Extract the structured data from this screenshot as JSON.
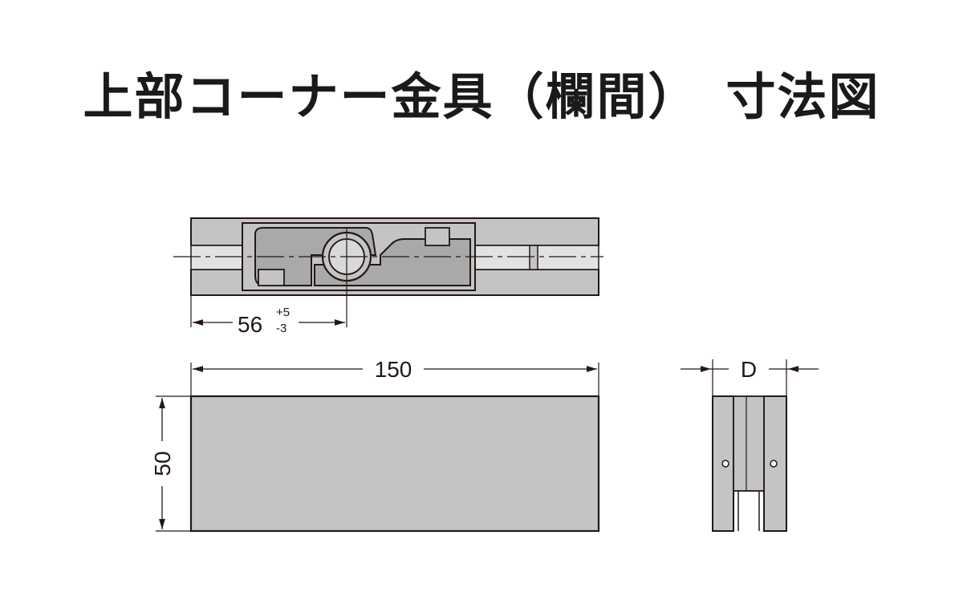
{
  "title": "上部コーナー金具（欄間）　寸法図",
  "dimensions": {
    "offset": {
      "value": "56",
      "tol_plus": "+5",
      "tol_minus": "-3"
    },
    "length": "150",
    "height": "50",
    "depth": "D"
  },
  "colors": {
    "part_fill": "#c4c4c4",
    "line": "#231815",
    "background": "#ffffff"
  }
}
